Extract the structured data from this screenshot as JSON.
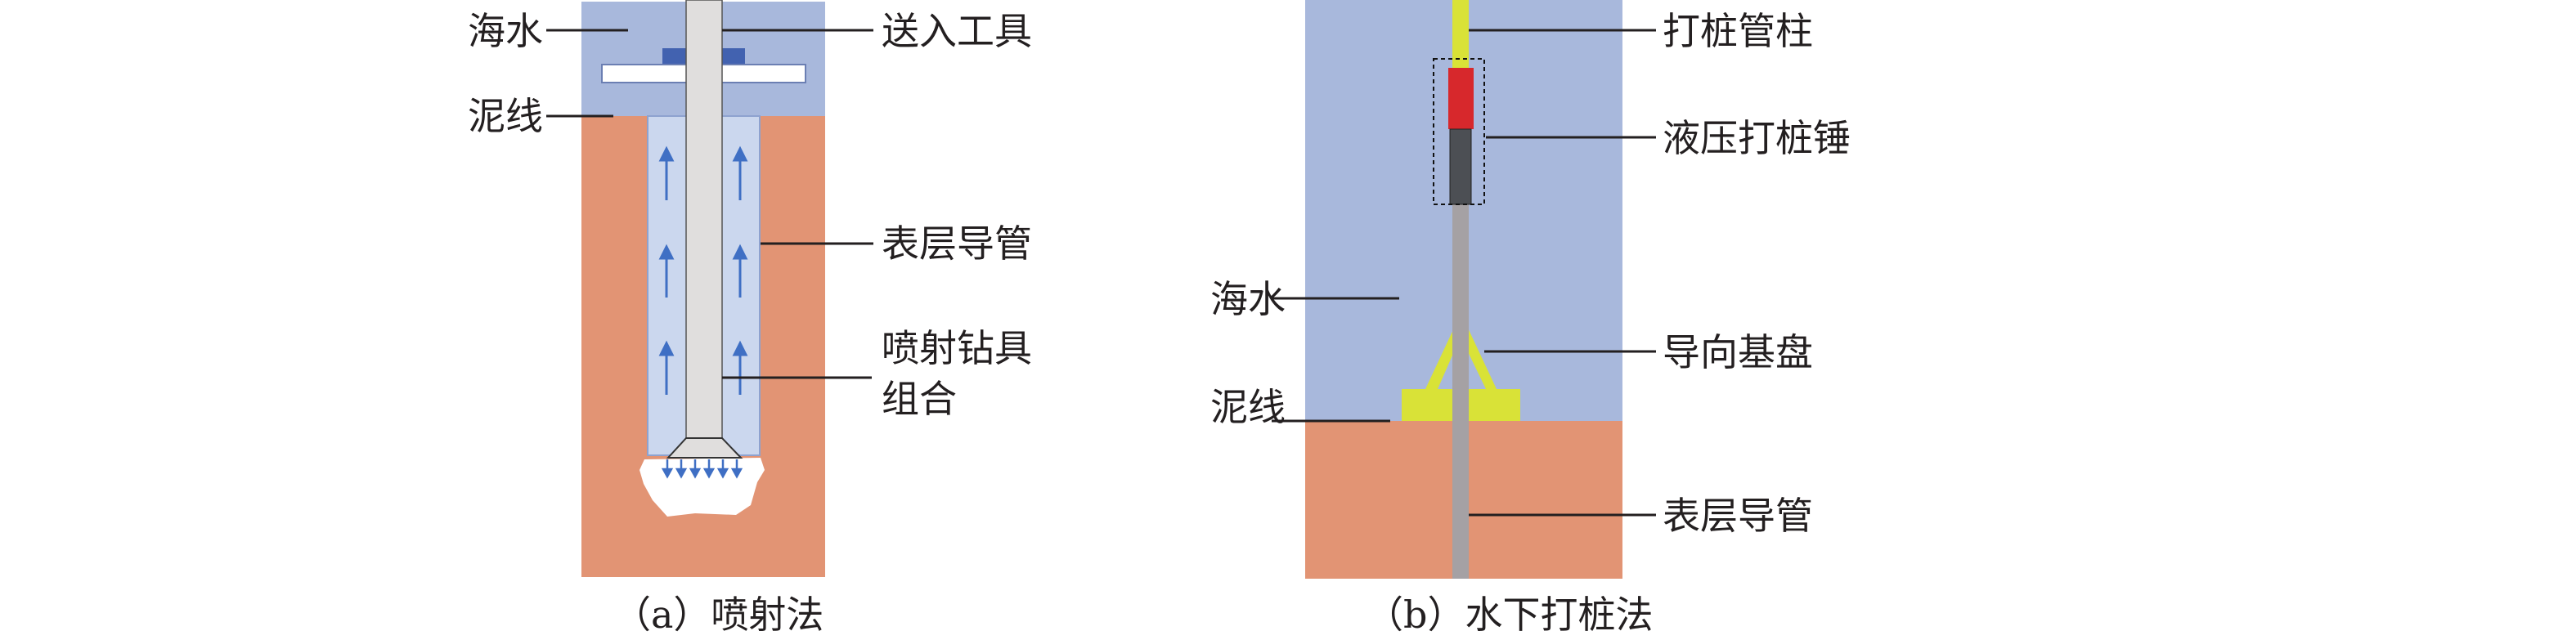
{
  "panel_a": {
    "labels": {
      "seawater": "海水",
      "mudline": "泥线",
      "running_tool": "送入工具",
      "conductor": "表层导管",
      "jetting_bha_line1": "喷射钻具",
      "jetting_bha_line2": "组合"
    },
    "caption": "（a）喷射法"
  },
  "panel_b": {
    "labels": {
      "pile_string": "打桩管柱",
      "hydraulic_hammer": "液压打桩锤",
      "seawater": "海水",
      "guide_base": "导向基盘",
      "mudline": "泥线",
      "conductor": "表层导管"
    },
    "caption": "（b）水下打桩法"
  },
  "colors": {
    "seawater": "#a8b8dc",
    "soil": "#e29474",
    "casing_fluid": "#cbd7ee",
    "pipe": "#e0dedd",
    "arrow": "#3f6fc4",
    "plate_block": "#4262b0",
    "guide_base": "#d9e237",
    "hammer_red": "#d7282c",
    "hammer_dark": "#4c4f54",
    "conductor_b": "#a5a1a4"
  }
}
